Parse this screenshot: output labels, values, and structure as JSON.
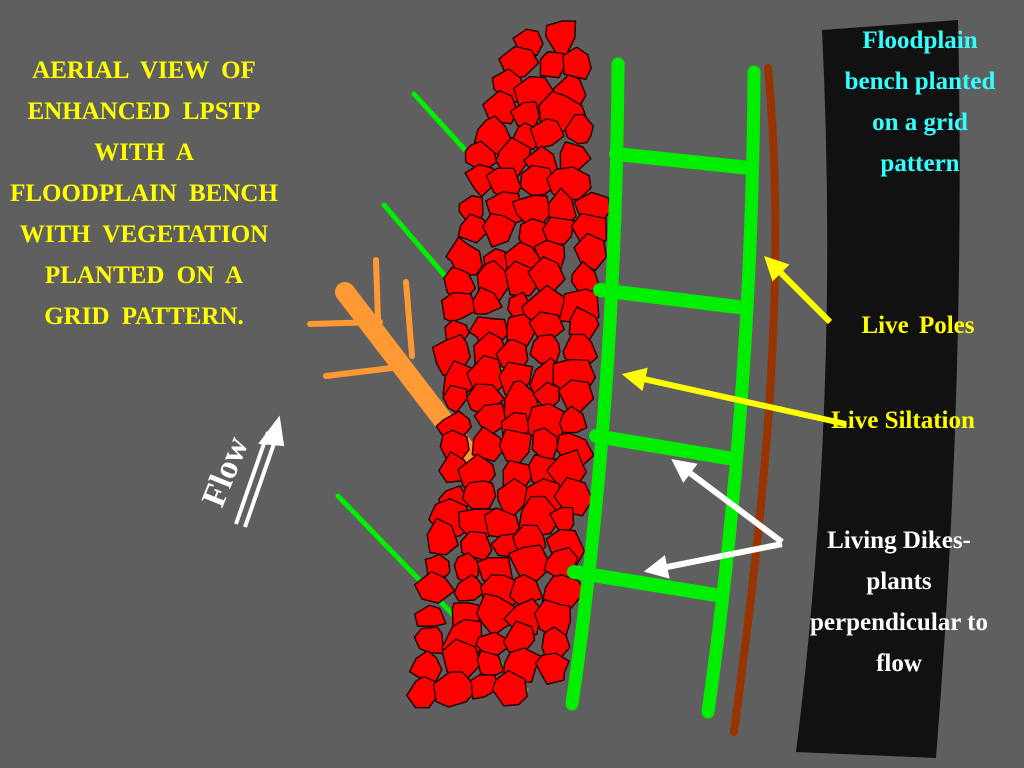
{
  "title": "AERIAL  VIEW OF  ENHANCED LPSTP  WITH  A FLOODPLAIN BENCH  WITH VEGETATION PLANTED  ON A  GRID PATTERN.",
  "labels": {
    "floodplain": "Floodplain bench planted on a grid pattern",
    "live_poles": "Live  Poles",
    "live_siltation": "Live Siltation",
    "living_dikes": "Living Dikes- plants perpendicular to flow",
    "flow": "Flow"
  },
  "colors": {
    "background": "#5f5f5f",
    "title_text": "#ffff00",
    "floodplain_text": "#33ffff",
    "riprap_rock": "#ff0000",
    "rock_outline": "#1a0000",
    "grid_lines": "#00ee00",
    "live_pole_line": "#993300",
    "bank": "#111111",
    "tree": "#ff9933",
    "arrow_yellow": "#ffff00",
    "arrow_white": "#ffffff"
  },
  "icons": {
    "flow_arrow": "double-shaft-up-arrow",
    "tree": "branching-tree-symbol"
  }
}
